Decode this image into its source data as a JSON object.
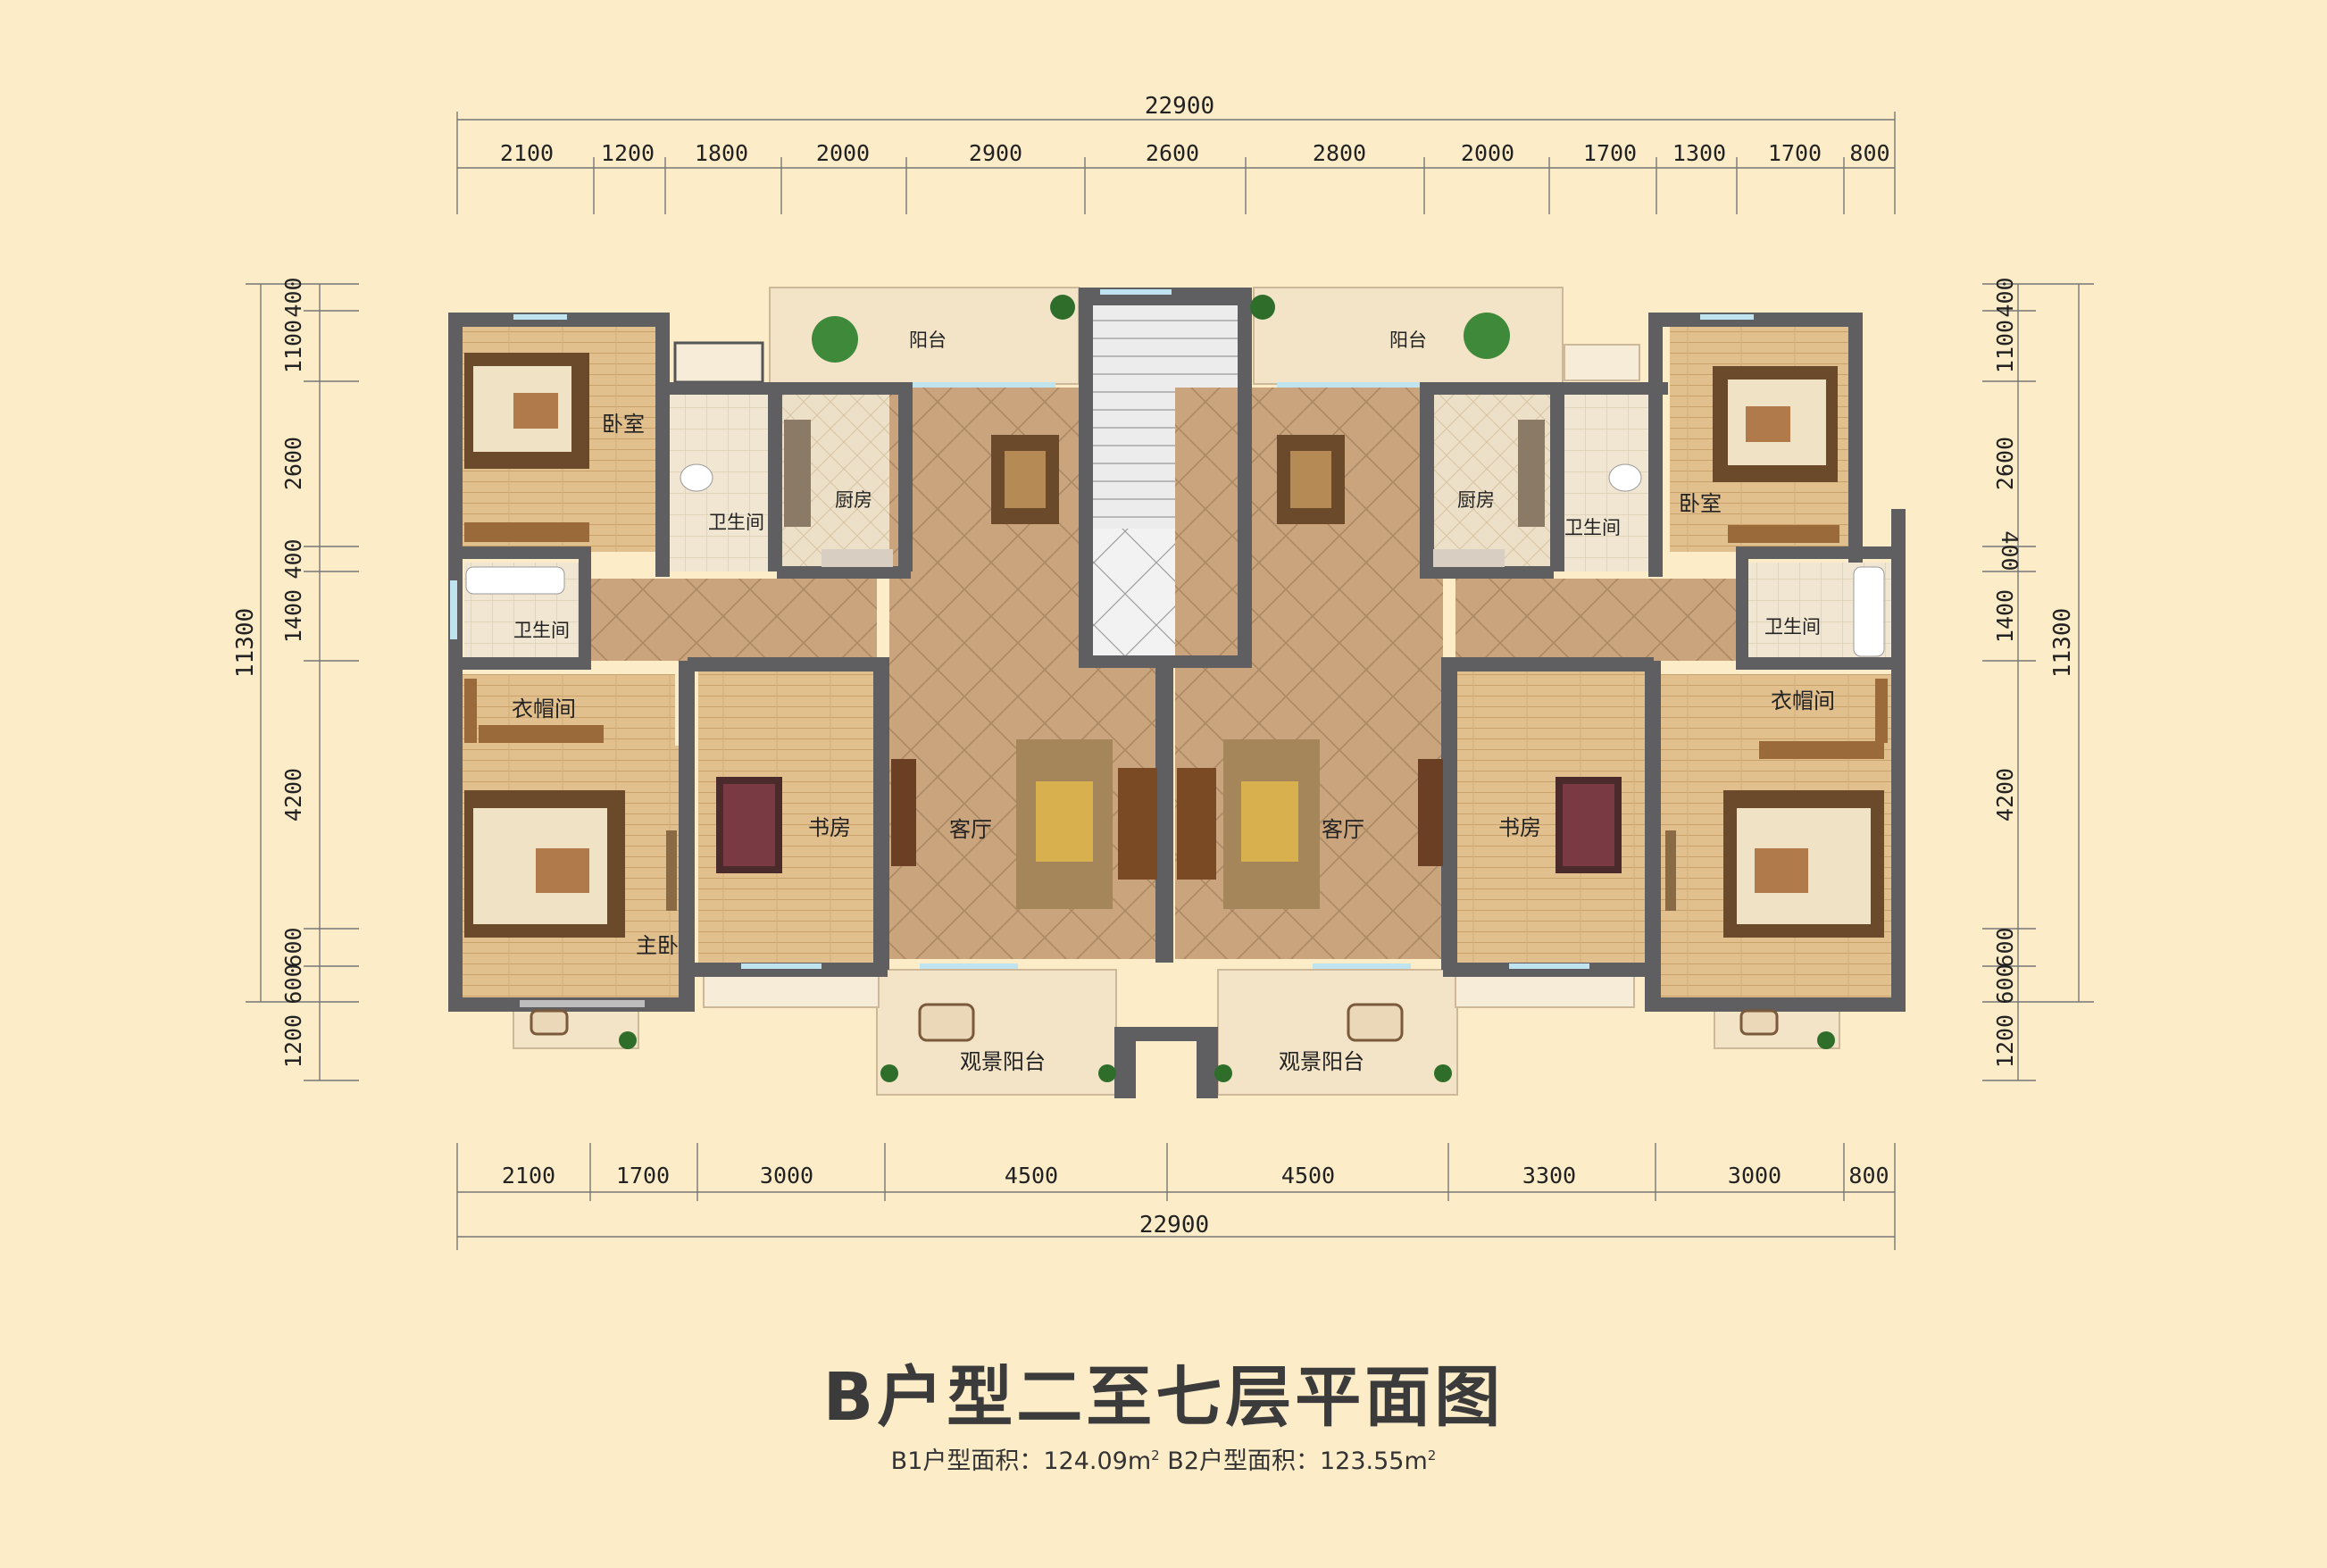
{
  "dimensions": {
    "top_total": "22900",
    "top_segments": [
      "2100",
      "1200",
      "1800",
      "2000",
      "2900",
      "2600",
      "2800",
      "2000",
      "1700",
      "1300",
      "1700",
      "800"
    ],
    "bottom_total": "22900",
    "bottom_segments": [
      "2100",
      "1700",
      "3000",
      "4500",
      "4500",
      "3300",
      "3000",
      "800"
    ],
    "left_total": "11300",
    "left_segments": [
      "400",
      "1100",
      "2600",
      "400",
      "1400",
      "4200",
      "600",
      "600",
      "1200"
    ],
    "right_total": "11300",
    "right_segments": [
      "400",
      "1100",
      "2600",
      "400",
      "1400",
      "4200",
      "600",
      "600",
      "1200"
    ]
  },
  "rooms": {
    "bedroom": "卧室",
    "bathroom": "卫生间",
    "kitchen": "厨房",
    "balcony": "阳台",
    "cloakroom": "衣帽间",
    "master_bedroom": "主卧",
    "study": "书房",
    "living_room": "客厅",
    "view_balcony": "观景阳台"
  },
  "title": "B户型二至七层平面图",
  "area": {
    "b1_label": "B1户型面积：",
    "b1_value": "124.09m",
    "b2_label": "B2户型面积：",
    "b2_value": "123.55m",
    "unit_superscript": "2"
  },
  "colors": {
    "background": "#fcecc8",
    "wall": "#5f5f62",
    "wood_floor": "#e2c08e",
    "tile_floor": "#dcc19c",
    "living_floor": "#c9a37a",
    "balcony_floor": "#f3e4c7",
    "stair": "#e9e9e9"
  }
}
